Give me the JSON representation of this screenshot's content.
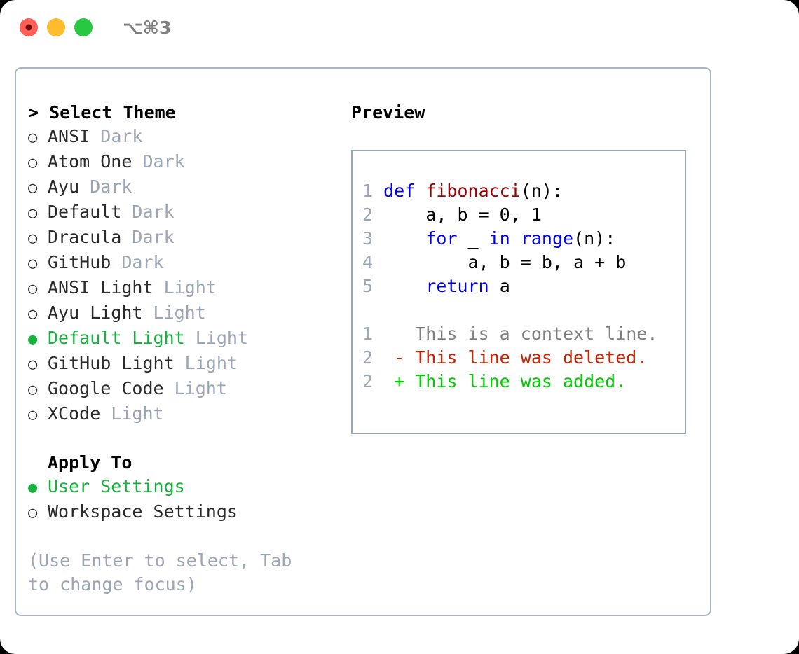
{
  "titlebar": {
    "shortcut": "⌥⌘3",
    "lights": [
      {
        "name": "close",
        "color": "#ff5f56"
      },
      {
        "name": "minimize",
        "color": "#ffbd2e"
      },
      {
        "name": "maximize",
        "color": "#28c840"
      }
    ]
  },
  "theme_panel": {
    "header": "> Select Theme",
    "items": [
      {
        "bullet": "○",
        "label": "ANSI",
        "tag": "Dark",
        "selected": false
      },
      {
        "bullet": "○",
        "label": "Atom One",
        "tag": "Dark",
        "selected": false
      },
      {
        "bullet": "○",
        "label": "Ayu",
        "tag": "Dark",
        "selected": false
      },
      {
        "bullet": "○",
        "label": "Default",
        "tag": "Dark",
        "selected": false
      },
      {
        "bullet": "○",
        "label": "Dracula",
        "tag": "Dark",
        "selected": false
      },
      {
        "bullet": "○",
        "label": "GitHub",
        "tag": "Dark",
        "selected": false
      },
      {
        "bullet": "○",
        "label": "ANSI Light",
        "tag": "Light",
        "selected": false
      },
      {
        "bullet": "○",
        "label": "Ayu Light",
        "tag": "Light",
        "selected": false
      },
      {
        "bullet": "●",
        "label": "Default Light",
        "tag": "Light",
        "selected": true
      },
      {
        "bullet": "○",
        "label": "GitHub Light",
        "tag": "Light",
        "selected": false
      },
      {
        "bullet": "○",
        "label": "Google Code",
        "tag": "Light",
        "selected": false
      },
      {
        "bullet": "○",
        "label": "XCode",
        "tag": "Light",
        "selected": false
      }
    ]
  },
  "apply_panel": {
    "header": "Apply To",
    "items": [
      {
        "bullet": "●",
        "label": "User Settings",
        "selected": true
      },
      {
        "bullet": "○",
        "label": "Workspace Settings",
        "selected": false
      }
    ]
  },
  "help_text": "(Use Enter to select, Tab to change focus)",
  "preview": {
    "title": "Preview",
    "code_lines": [
      {
        "num": "1",
        "tokens": [
          {
            "t": "def ",
            "c": "kw"
          },
          {
            "t": "fibonacci",
            "c": "fn"
          },
          {
            "t": "(n):",
            "c": "plain"
          }
        ]
      },
      {
        "num": "2",
        "tokens": [
          {
            "t": "    a, b = 0, 1",
            "c": "plain"
          }
        ]
      },
      {
        "num": "3",
        "tokens": [
          {
            "t": "    ",
            "c": "plain"
          },
          {
            "t": "for",
            "c": "kw"
          },
          {
            "t": " _ ",
            "c": "plain"
          },
          {
            "t": "in",
            "c": "kw"
          },
          {
            "t": " ",
            "c": "plain"
          },
          {
            "t": "range",
            "c": "kw"
          },
          {
            "t": "(n):",
            "c": "plain"
          }
        ]
      },
      {
        "num": "4",
        "tokens": [
          {
            "t": "        a, b = b, a + b",
            "c": "plain"
          }
        ]
      },
      {
        "num": "5",
        "tokens": [
          {
            "t": "    ",
            "c": "plain"
          },
          {
            "t": "return",
            "c": "kw"
          },
          {
            "t": " a",
            "c": "plain"
          }
        ]
      }
    ],
    "diff_lines": [
      {
        "num": "1",
        "marker": " ",
        "text": "This is a context line.",
        "kind": "d-ctx"
      },
      {
        "num": "2",
        "marker": "-",
        "text": "This line was deleted.",
        "kind": "d-del"
      },
      {
        "num": "2",
        "marker": "+",
        "text": "This line was added.",
        "kind": "d-add"
      }
    ]
  },
  "colors": {
    "accent_green": "#18b33e",
    "muted": "#9aa5b5",
    "keyword": "#0000ee",
    "function": "#9e0000",
    "diff_add": "#00cc00",
    "diff_del": "#cc2200",
    "border": "#aab4c2"
  }
}
